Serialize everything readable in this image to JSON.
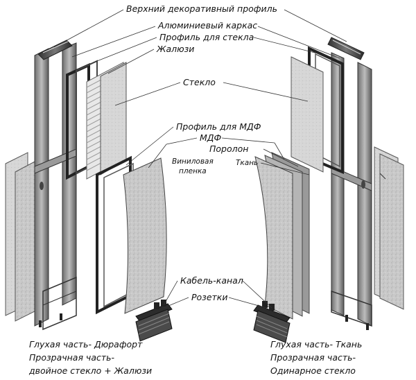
{
  "labels": {
    "top_profile": "Верхний декоративный профиль",
    "aluminum_frame": "Алюминиевый каркас",
    "glass_profile": "Профиль для стекла",
    "blinds": "Жалюзи",
    "glass": "Стекло",
    "mdf_profile": "Профиль для МДФ",
    "mdf": "МДФ",
    "foam": "Поролон",
    "vinyl_line1": "Виниловая",
    "vinyl_line2": "пленка",
    "fabric": "Ткань",
    "cable_channel": "Кабель-канал",
    "sockets": "Розетки"
  },
  "captions": {
    "left": {
      "line1": "Глухая часть- Дюрафорт",
      "line2": "Прозрачная часть-",
      "line3": "двойное стекло + Жалюзи"
    },
    "right": {
      "line1": "Глухая часть- Ткань",
      "line2": "Прозрачная часть-",
      "line3": "Одинарное стекло"
    }
  }
}
